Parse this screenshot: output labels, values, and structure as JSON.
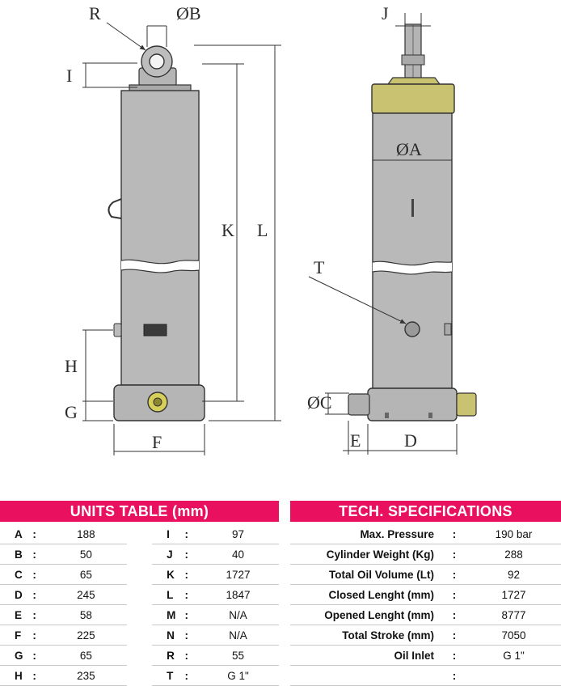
{
  "drawing": {
    "labels": {
      "R": "R",
      "B": "ØB",
      "I": "I",
      "K": "K",
      "L": "L",
      "H": "H",
      "G": "G",
      "F": "F",
      "J": "J",
      "A": "ØA",
      "T": "T",
      "C": "ØC",
      "E": "E",
      "D": "D"
    },
    "colors": {
      "cylinder": "#b8b8b8",
      "cap": "#c9c271",
      "line": "#333333",
      "oil_inlet": "#d6cf5a"
    }
  },
  "units_table": {
    "title": "UNITS TABLE (mm)",
    "rows": [
      {
        "k1": "A",
        "v1": "188",
        "k2": "I",
        "v2": "97"
      },
      {
        "k1": "B",
        "v1": "50",
        "k2": "J",
        "v2": "40"
      },
      {
        "k1": "C",
        "v1": "65",
        "k2": "K",
        "v2": "1727"
      },
      {
        "k1": "D",
        "v1": "245",
        "k2": "L",
        "v2": "1847"
      },
      {
        "k1": "E",
        "v1": "58",
        "k2": "M",
        "v2": "N/A"
      },
      {
        "k1": "F",
        "v1": "225",
        "k2": "N",
        "v2": "N/A"
      },
      {
        "k1": "G",
        "v1": "65",
        "k2": "R",
        "v2": "55"
      },
      {
        "k1": "H",
        "v1": "235",
        "k2": "T",
        "v2": "G 1\""
      }
    ]
  },
  "tech_specs": {
    "title": "TECH. SPECIFICATIONS",
    "rows": [
      {
        "label": "Max. Pressure",
        "value": "190 bar"
      },
      {
        "label": "Cylinder Weight (Kg)",
        "value": "288"
      },
      {
        "label": "Total Oil Volume (Lt)",
        "value": "92"
      },
      {
        "label": "Closed Lenght (mm)",
        "value": "1727"
      },
      {
        "label": "Opened Lenght (mm)",
        "value": "8777"
      },
      {
        "label": "Total Stroke (mm)",
        "value": "7050"
      },
      {
        "label": "Oil Inlet",
        "value": "G 1\""
      }
    ]
  }
}
